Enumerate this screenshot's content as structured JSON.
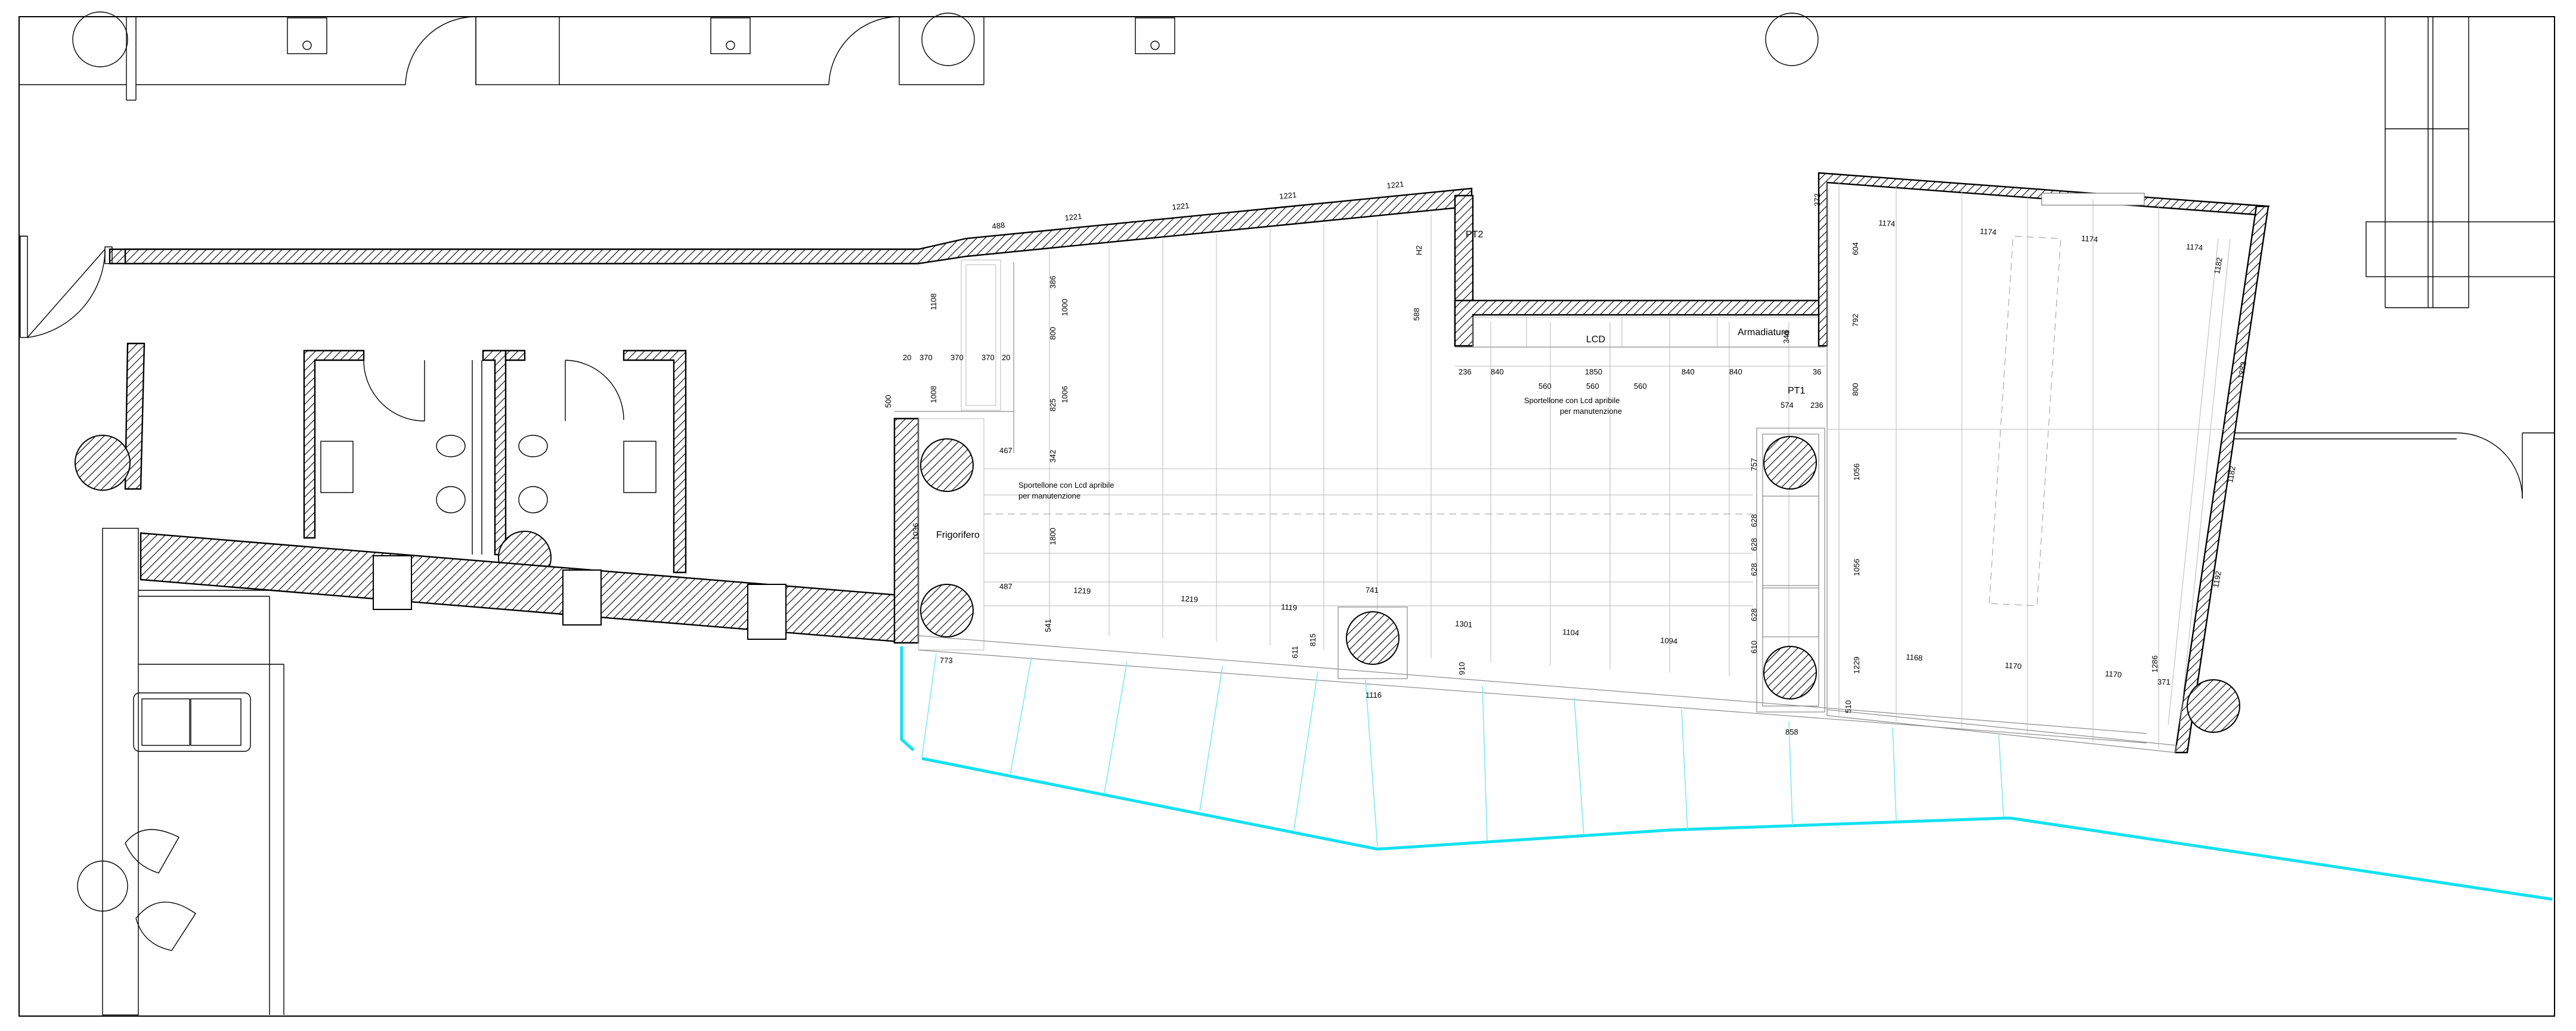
{
  "labels": {
    "frigorifero": "Frigorifero",
    "lcd": "LCD",
    "armadiature": "Armadiature",
    "pt1": "PT1",
    "pt2": "PT2",
    "sportellone_left_1": "Sportellone con Lcd apribile",
    "sportellone_left_2": "per manutenzione",
    "sportellone_right_1": "Sportellone con Lcd apribile",
    "sportellone_right_2": "per manutenzione"
  },
  "dimensions": {
    "top_wall": [
      "488",
      "1221",
      "1221",
      "1221",
      "1221"
    ],
    "left_block": [
      "1108",
      "500",
      "1008",
      "20",
      "370",
      "370",
      "370",
      "20",
      "386",
      "1000",
      "800",
      "825",
      "1006",
      "342",
      "1036",
      "467",
      "1800",
      "487"
    ],
    "center_top": [
      "H2",
      "588",
      "236",
      "840",
      "1850",
      "560",
      "560",
      "560",
      "840",
      "840",
      "340",
      "36",
      "574",
      "236"
    ],
    "center_bottom": [
      "1219",
      "1219",
      "1119",
      "611",
      "815",
      "1301",
      "1104",
      "1094",
      "741",
      "1116",
      "910",
      "541",
      "773"
    ],
    "right_block": [
      "372",
      "1174",
      "1174",
      "1174",
      "1174",
      "604",
      "792",
      "800",
      "1282",
      "1182",
      "1182",
      "1192",
      "1056",
      "1056",
      "757",
      "628",
      "628",
      "628",
      "628",
      "610",
      "1229",
      "1168",
      "1170",
      "1170",
      "1286",
      "371",
      "858",
      "510"
    ]
  }
}
